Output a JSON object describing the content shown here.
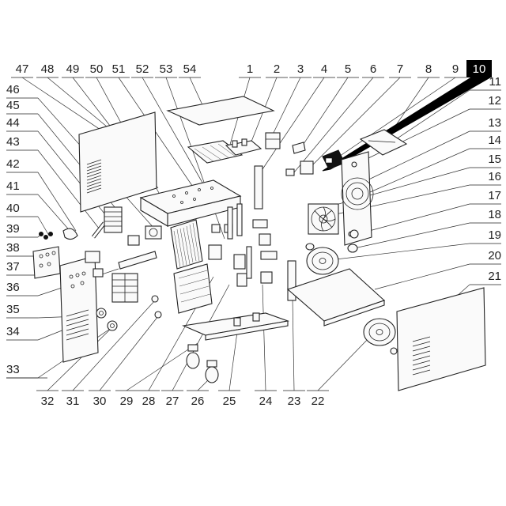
{
  "figure": {
    "type": "exploded-parts-diagram",
    "highlighted_callout": "10",
    "colors": {
      "line": "#222222",
      "background": "#ffffff",
      "highlight": "#000000"
    }
  },
  "callouts": {
    "top": [
      "47",
      "48",
      "49",
      "50",
      "51",
      "52",
      "53",
      "54",
      "1",
      "2",
      "3",
      "4",
      "5",
      "6",
      "7",
      "8",
      "9",
      "10"
    ],
    "left": [
      "46",
      "45",
      "44",
      "43",
      "42",
      "41",
      "40",
      "39",
      "38",
      "37",
      "36",
      "35",
      "34",
      "33"
    ],
    "right": [
      "11",
      "12",
      "13",
      "14",
      "15",
      "16",
      "17",
      "18",
      "19",
      "20",
      "21"
    ],
    "bottom": [
      "32",
      "31",
      "30",
      "29",
      "28",
      "27",
      "26",
      "25",
      "24",
      "23",
      "22"
    ]
  }
}
